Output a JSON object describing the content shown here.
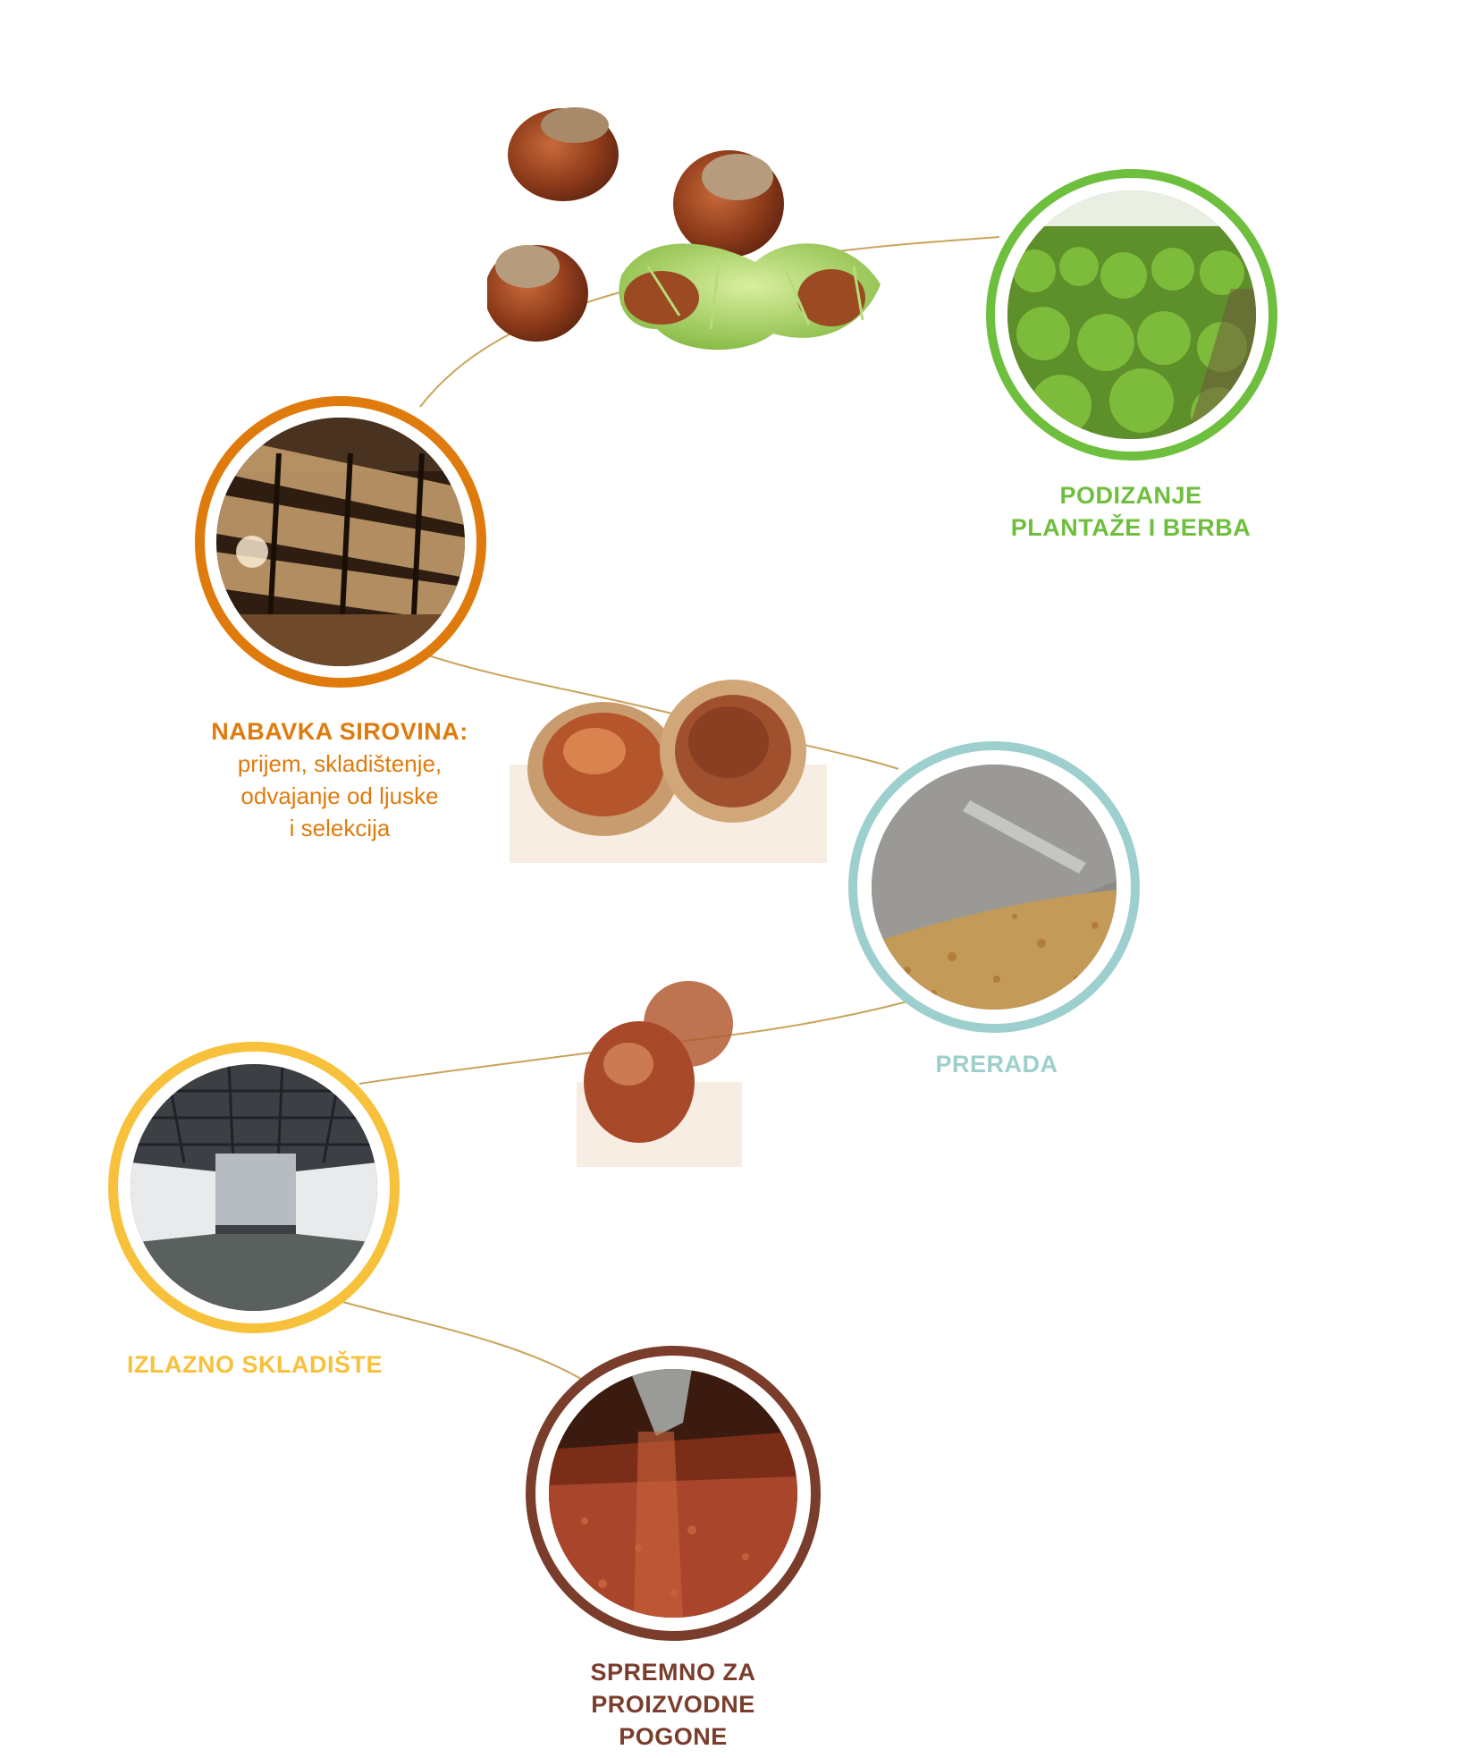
{
  "colors": {
    "connector": "#c9a45c",
    "green": "#6ebf3e",
    "orange": "#df7b0d",
    "teal": "#9ccfcd",
    "yellow": "#f8c13c",
    "brown": "#7a3d2c"
  },
  "steps": [
    {
      "id": "plantation",
      "title_lines": [
        "PODIZANJE",
        "PLANTAŽE I BERBA"
      ],
      "desc_lines": [],
      "color": "#6ebf3e",
      "photo": "hazelnut-orchard"
    },
    {
      "id": "sourcing",
      "title_lines": [
        "NABAVKA SIROVINA:"
      ],
      "desc_lines": [
        "prijem, skladištenje,",
        "odvajanje od ljuske",
        "i selekcija"
      ],
      "color": "#df7b0d",
      "photo": "shell-separation-machinery"
    },
    {
      "id": "processing",
      "title_lines": [
        "PRERADA"
      ],
      "desc_lines": [],
      "color": "#9ccfcd",
      "photo": "sieve-with-ground-hazelnuts"
    },
    {
      "id": "storage",
      "title_lines": [
        "IZLAZNO SKLADIŠTE"
      ],
      "desc_lines": [],
      "color": "#f8c13c",
      "photo": "warehouse-with-bags"
    },
    {
      "id": "ready",
      "title_lines": [
        "SPREMNO ZA",
        "PROIZVODNE",
        "POGONE"
      ],
      "desc_lines": [],
      "color": "#7a3d2c",
      "photo": "roasted-hazelnut-granulate"
    }
  ],
  "decorations": [
    "hazelnuts-with-husks",
    "cracked-hazelnut-shell",
    "peeled-hazelnuts"
  ]
}
